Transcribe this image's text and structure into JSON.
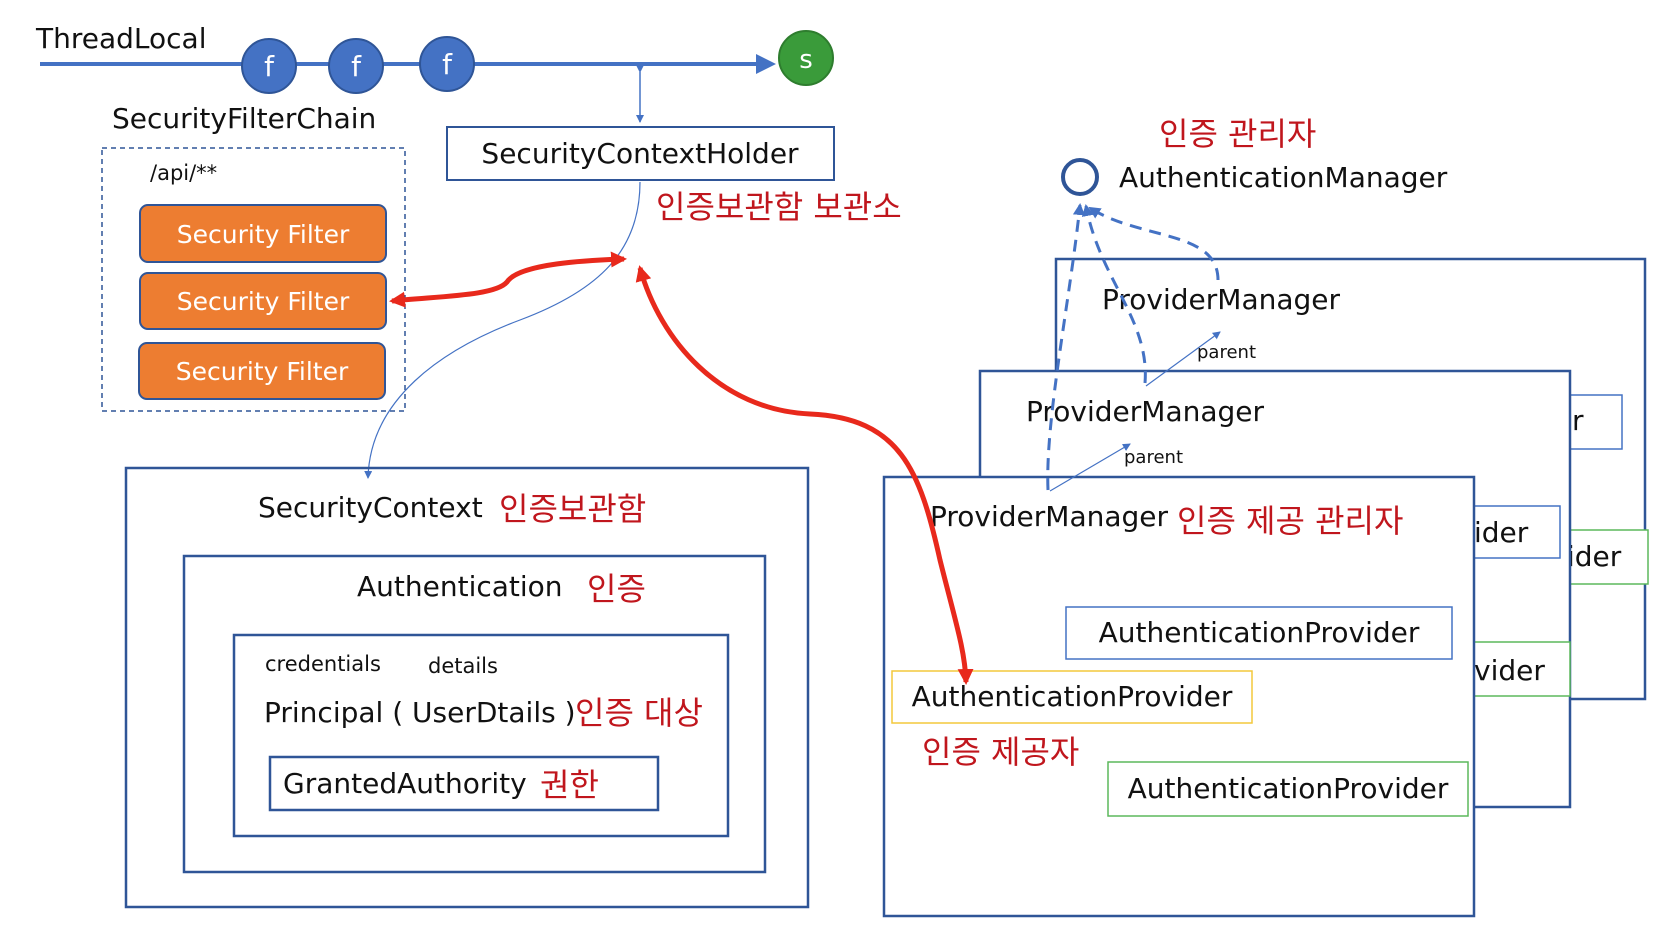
{
  "thread_local": {
    "label": "ThreadLocal",
    "nodes": [
      "f",
      "f",
      "f"
    ],
    "end_node": "s"
  },
  "filter_chain": {
    "title": "SecurityFilterChain",
    "path": "/api/**",
    "filters": [
      "Security Filter",
      "Security Filter",
      "Security Filter"
    ]
  },
  "holder": {
    "label": "SecurityContextHolder",
    "korean": "인증보관함 보관소"
  },
  "context": {
    "label": "SecurityContext",
    "korean": "인증보관함",
    "authentication": {
      "label": "Authentication",
      "korean": "인증",
      "credentials": "credentials",
      "details": "details",
      "principal": "Principal ( UserDtails )",
      "principal_korean": "인증 대상",
      "authority": "GrantedAuthority",
      "authority_korean": "권한"
    }
  },
  "manager": {
    "korean": "인증 관리자",
    "label": "AuthenticationManager"
  },
  "providers": {
    "back_title": "ProviderManager",
    "mid_title": "ProviderManager",
    "front_title": "ProviderManager",
    "front_korean": "인증 제공 관리자",
    "parent_label_1": "parent",
    "parent_label_2": "parent",
    "back_fragments": [
      "r",
      "ider",
      "vider"
    ],
    "mid_fragments": [
      "ider",
      "vider"
    ],
    "front_provider_1": "AuthenticationProvider",
    "front_provider_2": "AuthenticationProvider",
    "front_provider_3": "AuthenticationProvider",
    "provider_korean": "인증 제공자"
  },
  "colors": {
    "blue": "#2f5597",
    "node_blue": "#4472c4",
    "node_green": "#3a9b3a",
    "filter_orange": "#ed7d31",
    "arrow_red": "#e8291c",
    "korean_red": "#c0161d",
    "dash_blue": "#4472c4",
    "yellow_border": "#f3c83c",
    "green_border": "#5cb85c"
  }
}
